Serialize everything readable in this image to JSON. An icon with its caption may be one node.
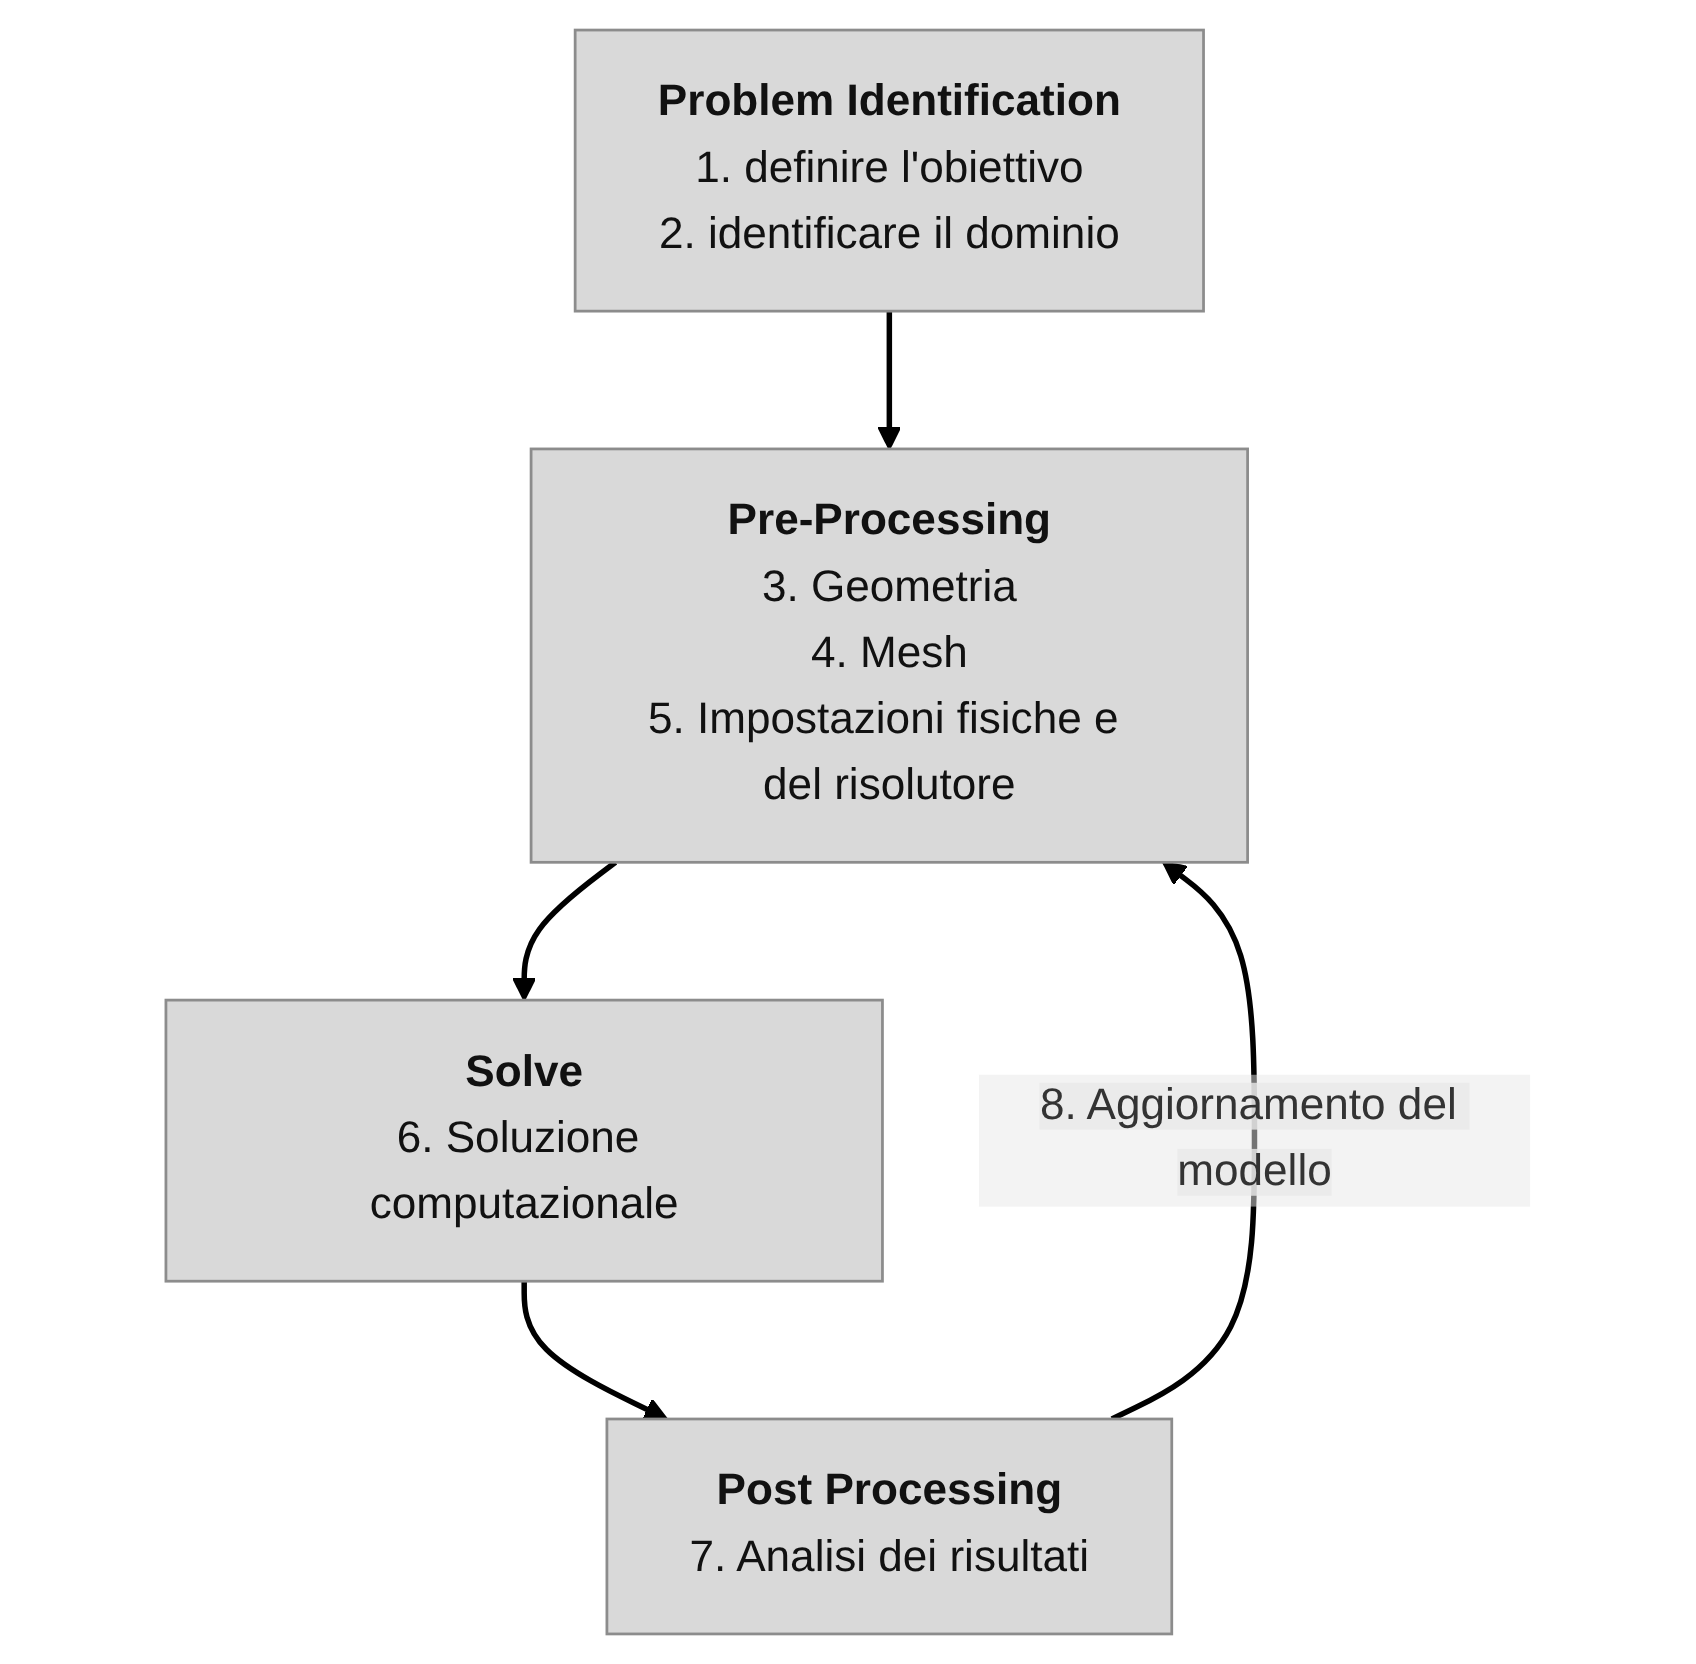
{
  "diagram": {
    "nodes": [
      {
        "text": [
          "Problem Identification",
          "1. definire l'obiettivo",
          "2. identificare il dominio"
        ]
      },
      {
        "text": [
          "Pre-Processing",
          "3. Geometria",
          "4. Mesh",
          "5. Impostazioni fisiche e del risolutore"
        ]
      },
      {
        "text": [
          "Solve",
          "6. Soluzione computazionale"
        ]
      },
      {
        "text": [
          "Post Processing",
          "7. Analisi dei risultati"
        ]
      }
    ],
    "edges": [
      {
        "from": 0,
        "to": 1,
        "arrow": "to"
      },
      {
        "from": 1,
        "to": 2,
        "arrow": "to"
      },
      {
        "from": 2,
        "to": 3,
        "arrow": "to"
      },
      {
        "from": 3,
        "to": 1,
        "arrow": "to",
        "label": "8. Aggiornamento del modello"
      }
    ]
  }
}
